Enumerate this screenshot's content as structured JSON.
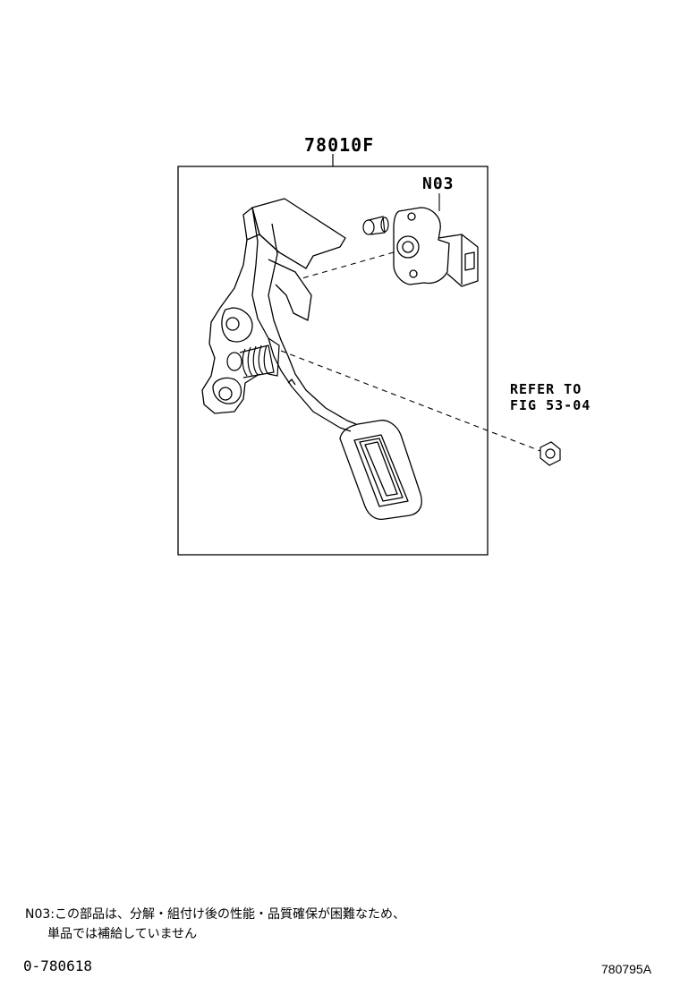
{
  "assembly": {
    "part_number": "78010F"
  },
  "components": {
    "sensor": {
      "callout": "N03"
    }
  },
  "reference": {
    "line1": "REFER TO",
    "line2": "FIG 53-04"
  },
  "footnote": {
    "key": "N03:",
    "line1": "この部品は、分解・組付け後の性能・品質確保が困難なため、",
    "line2": "単品では補給していません"
  },
  "footer": {
    "left_code": "0-780618",
    "right_code": "780795A"
  },
  "colors": {
    "ink": "#000000",
    "paper": "#ffffff"
  }
}
